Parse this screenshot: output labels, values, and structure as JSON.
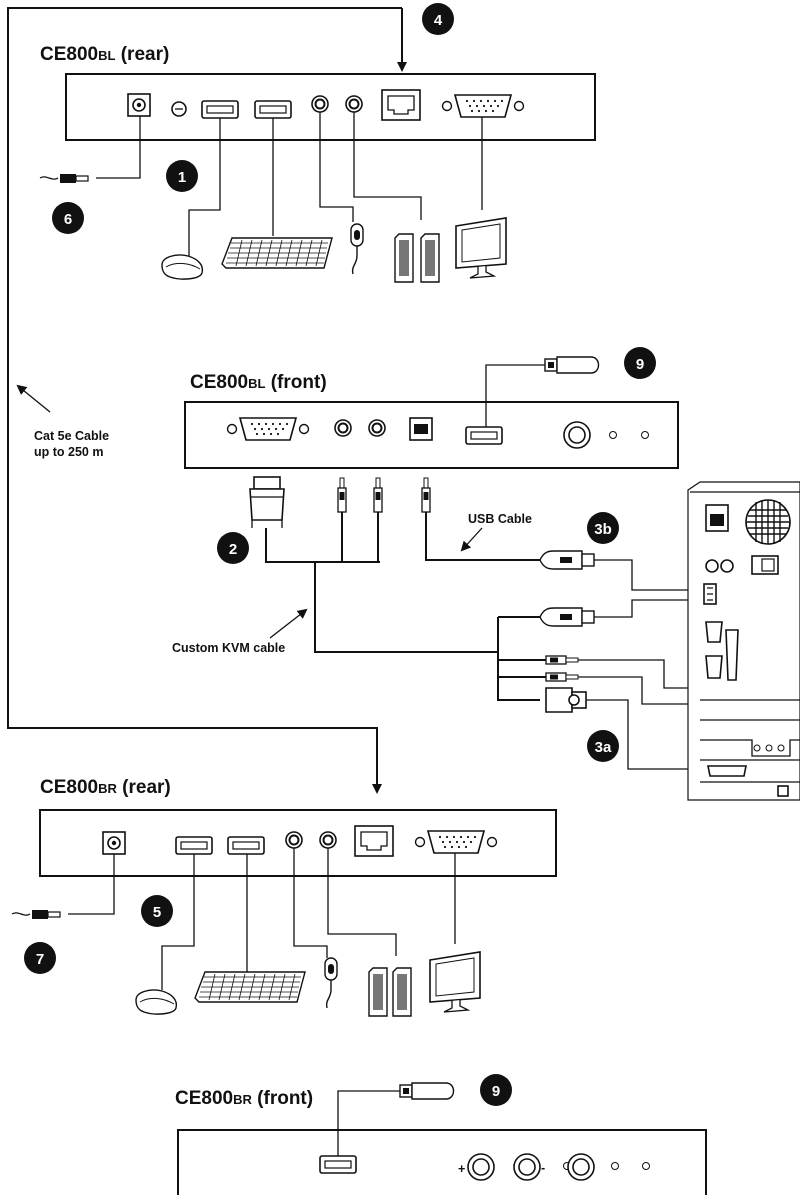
{
  "titles": {
    "rear_bl": {
      "prefix": "CE800",
      "suffix": "BL",
      "rest": " (rear)"
    },
    "front_bl": {
      "prefix": "CE800",
      "suffix": "BL",
      "rest": " (front)"
    },
    "rear_br": {
      "prefix": "CE800",
      "suffix": "BR",
      "rest": " (rear)"
    },
    "front_br": {
      "prefix": "CE800",
      "suffix": "BR",
      "rest": " (front)"
    }
  },
  "labels": {
    "cat_line1": "Cat 5e Cable",
    "cat_line2": "up to 250 m",
    "usb_cable": "USB Cable",
    "kvm_cable": "Custom KVM cable",
    "plus": "+",
    "minus": "-"
  },
  "steps": {
    "s1": "1",
    "s2": "2",
    "s3a": "3a",
    "s3b": "3b",
    "s4": "4",
    "s5": "5",
    "s6": "6",
    "s7": "7",
    "s9a": "9",
    "s9b": "9"
  }
}
